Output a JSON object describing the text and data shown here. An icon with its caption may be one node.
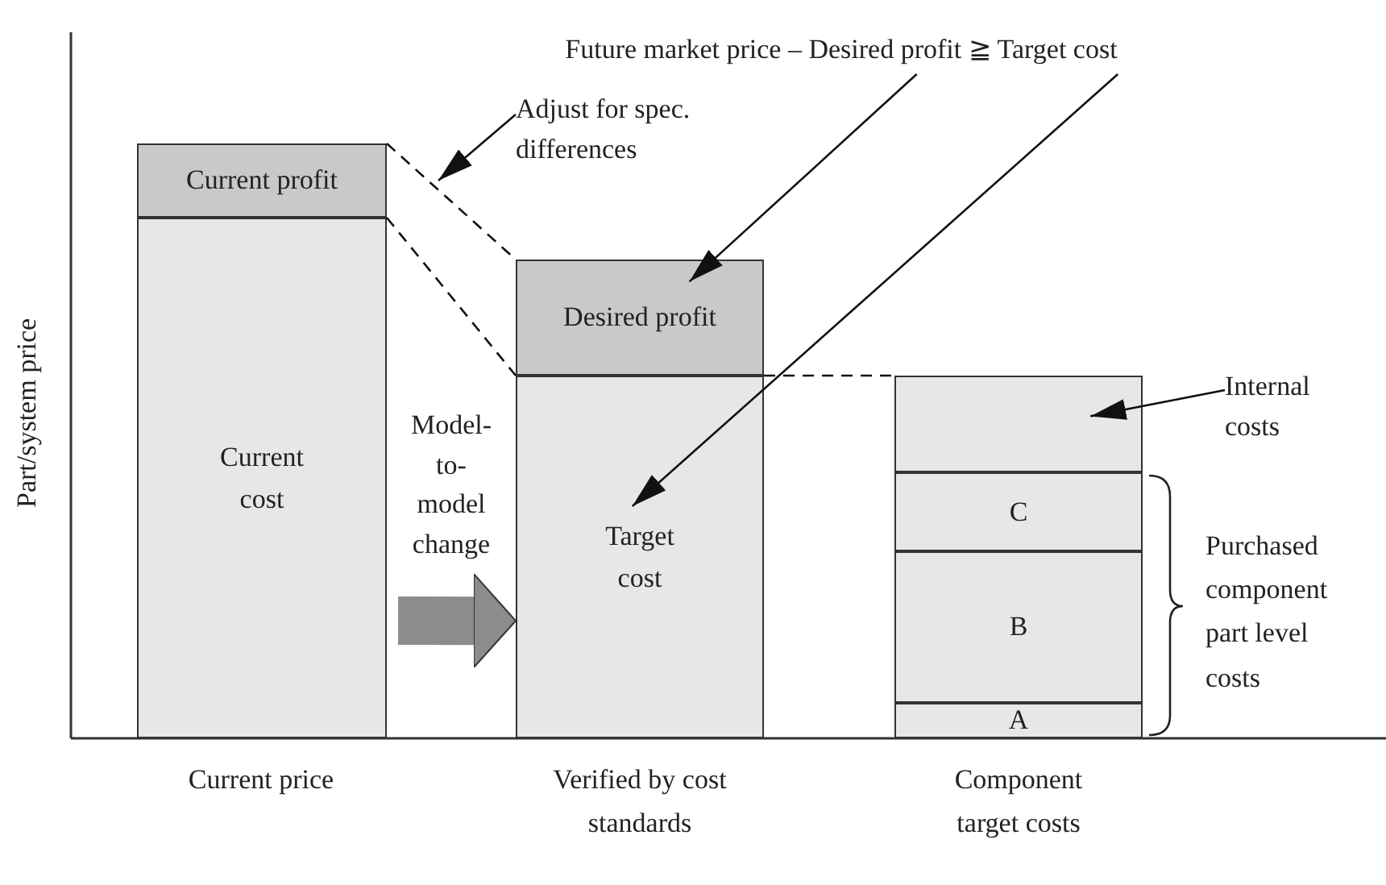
{
  "diagram": {
    "nodes": [
      {
        "text": [
          "Current profit"
        ]
      },
      {
        "text": [
          "Current cost"
        ]
      },
      {
        "text": [
          "Desired profit"
        ]
      },
      {
        "text": [
          "Target cost"
        ]
      },
      {
        "text": [],
        "shape": "box"
      },
      {
        "text": [
          "C"
        ]
      },
      {
        "text": [
          "B"
        ]
      },
      {
        "text": [
          "A"
        ]
      },
      {
        "text": [
          "Internal costs"
        ]
      },
      {
        "text": [
          "Future market price – Desired profit ≧ Target cost"
        ]
      },
      {
        "text": [
          "Adjust for spec. differences"
        ]
      }
    ],
    "edges": [
      {
        "from": 9,
        "to": 2,
        "arrow": "to"
      },
      {
        "from": 9,
        "to": 3,
        "arrow": "to"
      },
      {
        "from": 10,
        "to": null,
        "arrow": "to"
      },
      {
        "from": 8,
        "to": 4,
        "arrow": "to"
      },
      {
        "from": 0,
        "to": 2,
        "arrow": "none",
        "style": "dashed"
      },
      {
        "from": 0,
        "to": 2,
        "arrow": "none",
        "style": "dashed"
      },
      {
        "from": 2,
        "to": 4,
        "arrow": "none",
        "style": "dashed"
      },
      {
        "from": 1,
        "to": 3,
        "arrow": "to",
        "style": "thick",
        "color": "#8c8c8c",
        "label": "Model-to-model change"
      }
    ],
    "labels": [
      "Part/system price",
      "Current price",
      "Verified by cost standards",
      "Component target costs",
      "Purchased component part level costs"
    ]
  }
}
